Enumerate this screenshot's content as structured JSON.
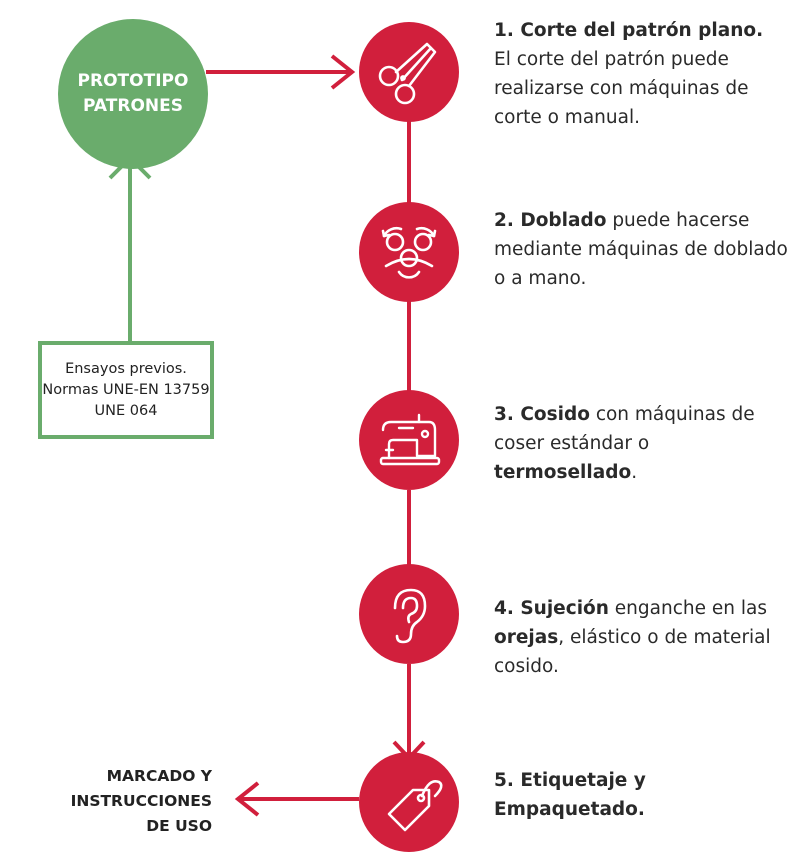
{
  "colors": {
    "red": "#d11f3c",
    "green": "#6aac6c"
  },
  "prototype": {
    "line1": "PROTOTIPO",
    "line2": "PATRONES"
  },
  "tests": {
    "line1": "Ensayos previos.",
    "line2": "Normas UNE-EN 13759",
    "line3": "UNE 064"
  },
  "steps": [
    {
      "icon": "scissors-icon",
      "bold": "1. Corte del patrón plano.",
      "text": " El corte del patrón puede realizarse con máquinas de corte o manual."
    },
    {
      "icon": "folding-rollers-icon",
      "bold": "2. Doblado",
      "text": " puede hacerse mediante máquinas de doblado o a mano."
    },
    {
      "icon": "sewing-machine-icon",
      "bold": "3. Cosido",
      "text": " con máquinas de coser estándar o ",
      "bold2": "termosellado",
      "text2": "."
    },
    {
      "icon": "ear-icon",
      "bold": "4. Sujeción",
      "text": " enganche en las ",
      "bold2": "orejas",
      "text2": ", elástico o de material cosido."
    },
    {
      "icon": "tag-icon",
      "bold": "5. Etiquetaje y Empaquetado."
    }
  ],
  "marking": {
    "line1": "MARCADO Y",
    "line2": "INSTRUCCIONES",
    "line3": "DE USO"
  }
}
